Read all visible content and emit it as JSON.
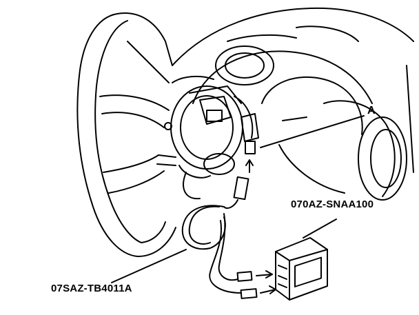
{
  "diagram": {
    "callout": "A",
    "tools": {
      "test_box": "070AZ-SNAA100",
      "harness": "07SAZ-TB4011A"
    }
  }
}
